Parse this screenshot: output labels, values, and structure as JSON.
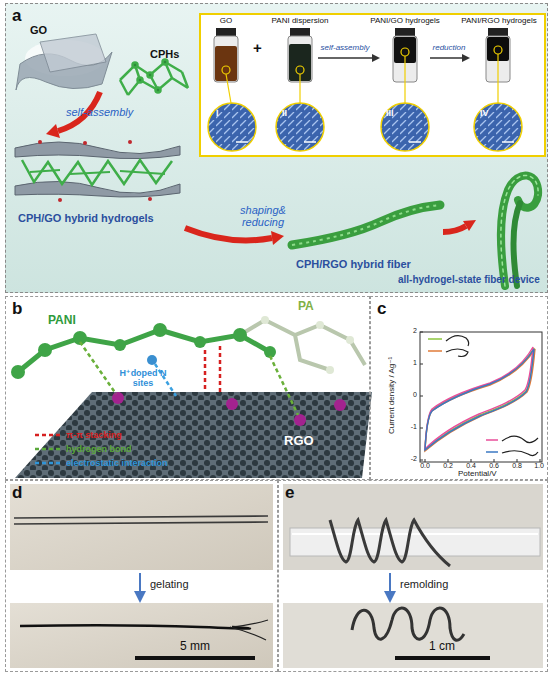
{
  "diagram": {
    "nodes": [
      {
        "text": [
          "a"
        ]
      },
      {
        "text": [
          "b"
        ]
      },
      {
        "text": [
          "c"
        ]
      },
      {
        "text": [
          "d"
        ]
      },
      {
        "text": [
          "e"
        ]
      }
    ],
    "labels": [
      "GO",
      "CPHs",
      "self-assembly",
      "GO",
      "+",
      "PANI dispersion",
      "self-assembly",
      "PANI/GO hydrogels",
      "reduction",
      "PANI/RGO hydrogels",
      "I",
      "II",
      "III",
      "IV",
      "CPH/GO hybrid hydrogels",
      "shaping& reducing",
      "CPH/RGO hybrid fiber",
      "all-hydrogel-state fiber device",
      "PANI",
      "PA",
      "H⁺doped N sites",
      "RGO",
      "Current density / Ag⁻¹",
      "Potential/V",
      "2",
      "1",
      "0",
      "-1",
      "-2",
      "0.0",
      "0.2",
      "0.4",
      "0.6",
      "0.8",
      "1.0",
      "gelating",
      "5 mm",
      "remolding",
      "1 cm"
    ],
    "legend": [
      {
        "text": "π-π stacking"
      },
      {
        "text": "hydrogen bond"
      },
      {
        "text": "electrostatic interaction"
      }
    ]
  }
}
